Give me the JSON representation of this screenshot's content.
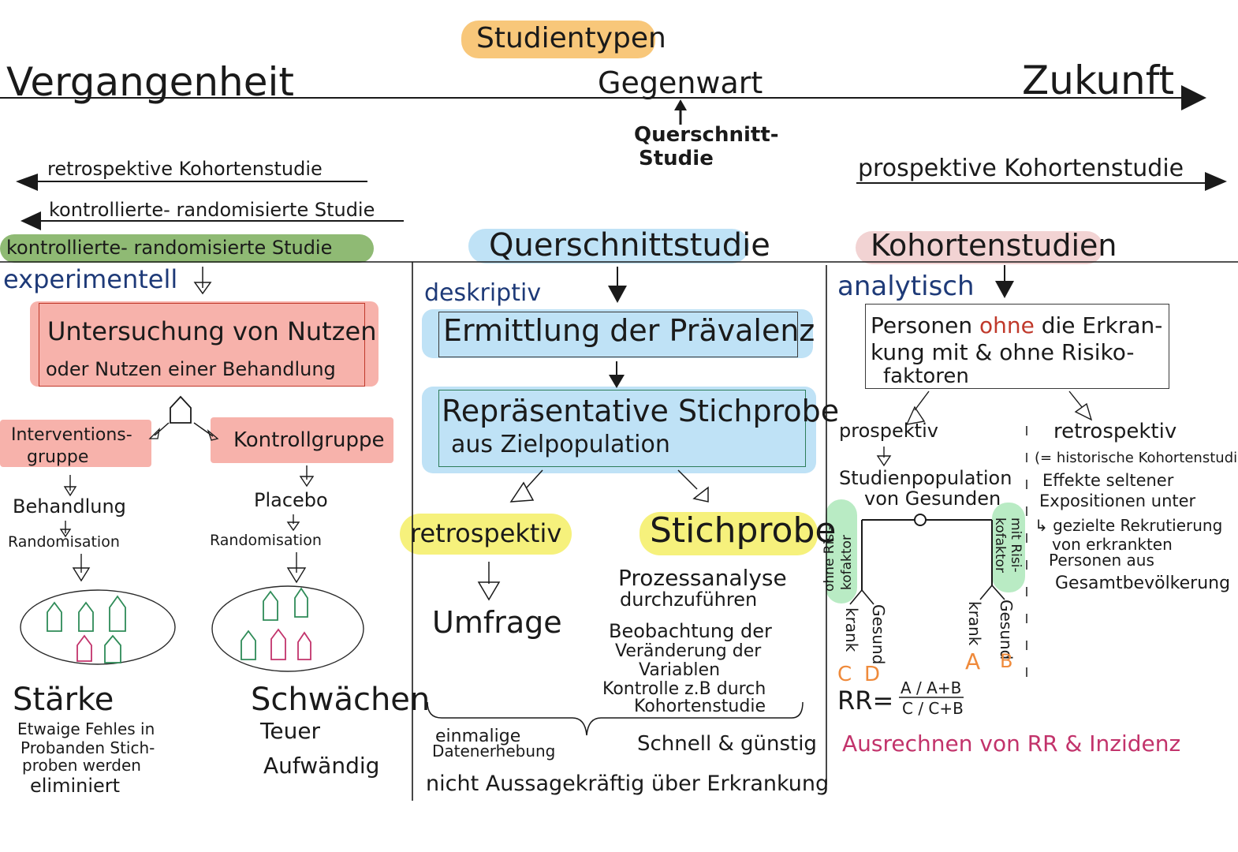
{
  "colors": {
    "orange_hl": "#f8c77a",
    "green_hl": "#8fba74",
    "blue_hl": "#bfe2f6",
    "pink_hl": "#f2d3d3",
    "red_hl": "#f7b2ab",
    "yellow_hl": "#f6f17c",
    "mint_hl": "#b9ebc4",
    "navy_text": "#1e3a78",
    "pink_text": "#c2336b",
    "orange_text": "#ef8a3b",
    "green_house": "#2e8b57",
    "pink_house": "#c2336b"
  },
  "header": {
    "title": "Studientypen",
    "past": "Vergangenheit",
    "present": "Gegenwart",
    "future": "Zukunft",
    "cross_sectional_line1": "Querschnitt-",
    "cross_sectional_line2": "Studie"
  },
  "timeline": {
    "retro_cohort": "retrospektive Kohortenstudie",
    "rct": "kontrollierte- randomisierte Studie",
    "prosp_cohort": "prospektive Kohortenstudie"
  },
  "columns": {
    "left": {
      "heading": "kontrollierte- randomisierte Studie",
      "type": "experimentell",
      "box_line1": "Untersuchung von Nutzen",
      "box_line2": "oder Nutzen einer Behandlung",
      "group1_line1": "Interventions-",
      "group1_line2": "gruppe",
      "group2": "Kontrollgruppe",
      "g1_step1": "Behandlung",
      "g1_step2": "Randomisation",
      "g2_step1": "Placebo",
      "g2_step2": "Randomisation",
      "strength_title": "Stärke",
      "strength_line1": "Etwaige Fehles in",
      "strength_line2": "Probanden Stich-",
      "strength_line3": "proben werden",
      "strength_line4": "eliminiert",
      "weakness_title": "Schwächen",
      "weakness_1": "Teuer",
      "weakness_2": "Aufwändig"
    },
    "middle": {
      "heading": "Querschnittstudie",
      "type": "deskriptiv",
      "box1": "Ermittlung der Prävalenz",
      "box2_line1": "Repräsentative Stichprobe",
      "box2_line2": "aus Zielpopulation",
      "retro": "retrospektiv",
      "sample": "Stichprobe",
      "survey": "Umfrage",
      "s1": "Prozessanalyse",
      "s2": "durchzuführen",
      "s3": "Beobachtung der",
      "s4": "Veränderung der",
      "s5": "Variablen",
      "s6": "Kontrolle z.B durch",
      "s7": "Kohortenstudie",
      "once_line1": "einmalige",
      "once_line2": "Datenerhebung",
      "fast": "Schnell & günstig",
      "not_meaningful": "nicht Aussagekräftig über Erkrankung"
    },
    "right": {
      "heading": "Kohortenstudien",
      "type": "analytisch",
      "box_line1_a": "Personen ",
      "box_line1_b": "ohne",
      "box_line1_c": " die Erkran-",
      "box_line2": "kung mit & ohne Risiko-",
      "box_line3": "faktoren",
      "prosp": "prospektiv",
      "retro": "retrospektiv",
      "pop_line1": "Studienpopulation",
      "pop_line2": "von Gesunden",
      "no_risk_line1": "ohne Risi-",
      "no_risk_line2": "kofaktor",
      "risk_line1": "mit Risi-",
      "risk_line2": "kofaktor",
      "sick": "krank",
      "healthy": "Gesund",
      "letter_a": "A",
      "letter_b": "B",
      "letter_c": "C",
      "letter_d": "D",
      "rr_label": "RR=",
      "rr_num": "A / A+B",
      "rr_den": "C / C+B",
      "retro_1": "(= historische Kohortenstudie)",
      "retro_2": "Effekte seltener",
      "retro_3": "Expositionen unter",
      "retro_4": "↳ gezielte Rekrutierung",
      "retro_5": "von erkrankten",
      "retro_6": "Personen aus",
      "retro_7": "Gesamtbevölkerung",
      "calc": "Ausrechnen von RR & Inzidenz"
    }
  }
}
